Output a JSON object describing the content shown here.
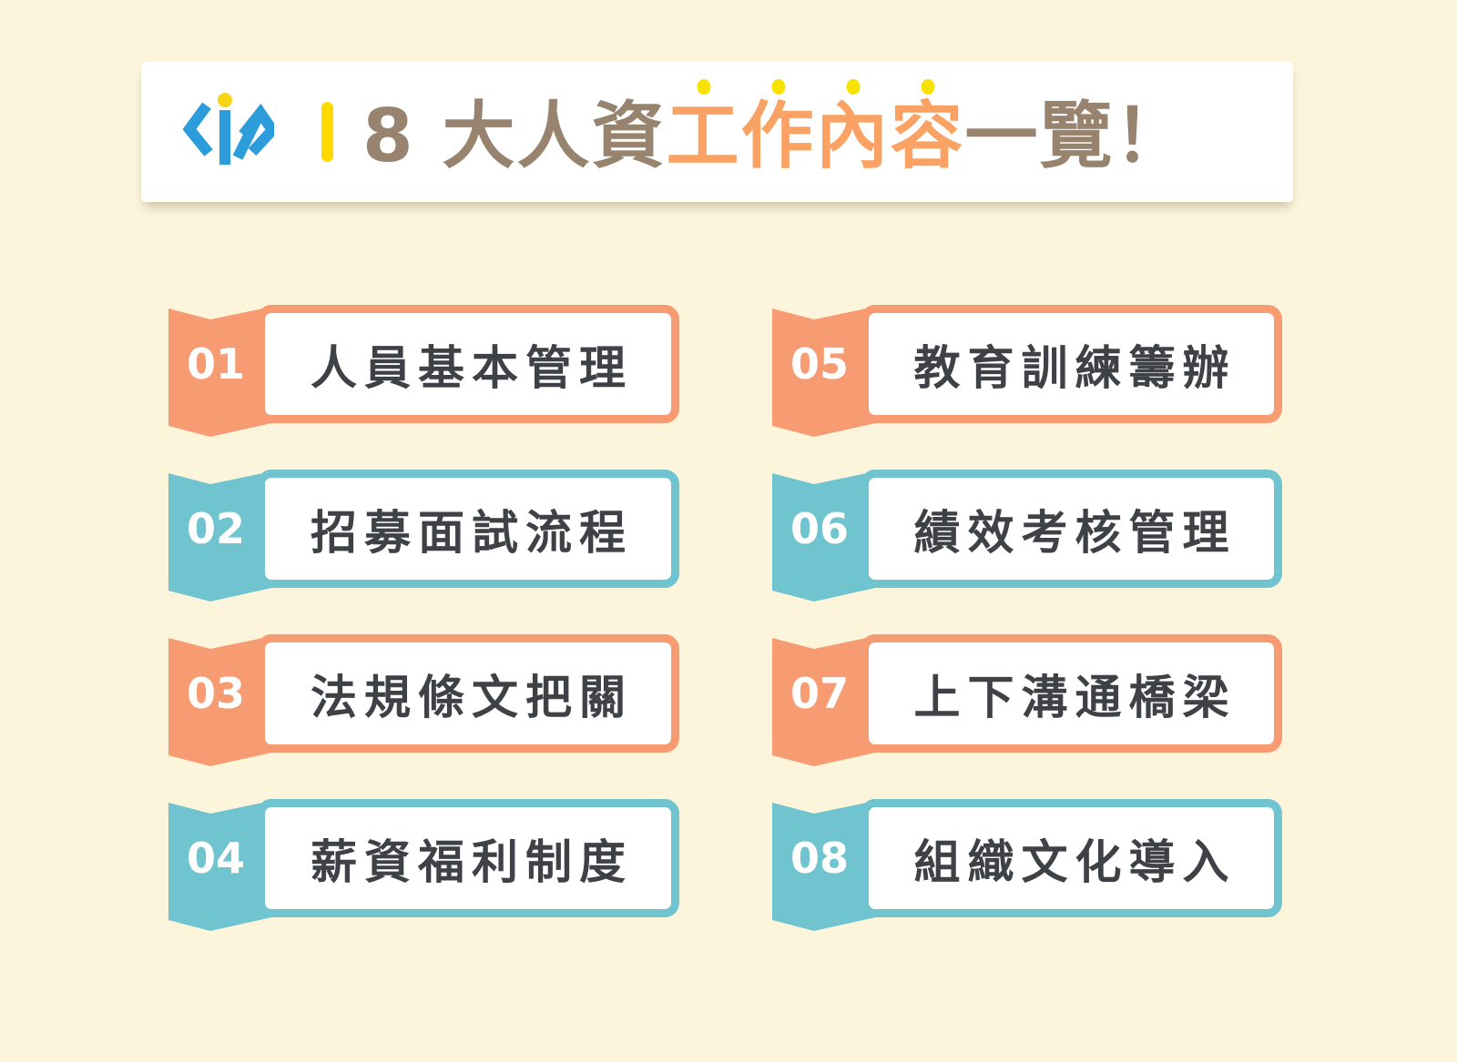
{
  "header": {
    "logo": "brand-logo",
    "title": {
      "part1": "8 大人資",
      "part2_chars": [
        "工",
        "作",
        "內",
        "容"
      ],
      "part3": "一覽！"
    }
  },
  "items": [
    {
      "number": "01",
      "title": "人員基本管理",
      "theme": "orange"
    },
    {
      "number": "02",
      "title": "招募面試流程",
      "theme": "teal"
    },
    {
      "number": "03",
      "title": "法規條文把關",
      "theme": "orange"
    },
    {
      "number": "04",
      "title": "薪資福利制度",
      "theme": "teal"
    },
    {
      "number": "05",
      "title": "教育訓練籌辦",
      "theme": "orange"
    },
    {
      "number": "06",
      "title": "績效考核管理",
      "theme": "teal"
    },
    {
      "number": "07",
      "title": "上下溝通橋梁",
      "theme": "orange"
    },
    {
      "number": "08",
      "title": "組織文化導入",
      "theme": "teal"
    }
  ],
  "colors": {
    "background": "#FCF5DC",
    "orange": "#F79C72",
    "teal": "#70C4CF",
    "item_text": "#3E4145",
    "title_brown": "#97836E",
    "title_orange": "#F9A263",
    "accent_yellow_bar": "#FFD900",
    "accent_yellow_dot": "#F8E300",
    "logo_blue": "#2D9CDB",
    "logo_dot_yellow": "#F6D515"
  }
}
